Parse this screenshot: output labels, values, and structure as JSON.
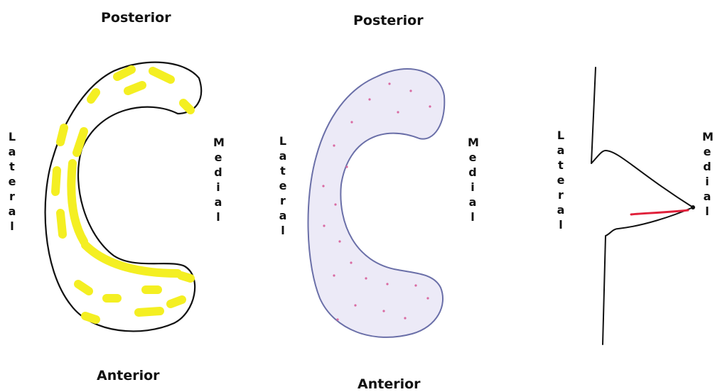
{
  "panels": [
    {
      "top": "Posterior",
      "bottom": "Anterior",
      "left": "Lateral",
      "right": "Medial"
    },
    {
      "top": "Posterior",
      "bottom": "Anterior",
      "left": "Lateral",
      "right": "Medial"
    },
    {
      "left": "Lateral",
      "right": "Medial"
    }
  ],
  "colors": {
    "outline": "#111111",
    "panel1_fill": "#f4ef22",
    "panel2_fill": "#eceaf7",
    "panel2_outline": "#6a6fa8",
    "panel2_dots": "#d96aa2",
    "panel3_line": "#e0203a"
  }
}
